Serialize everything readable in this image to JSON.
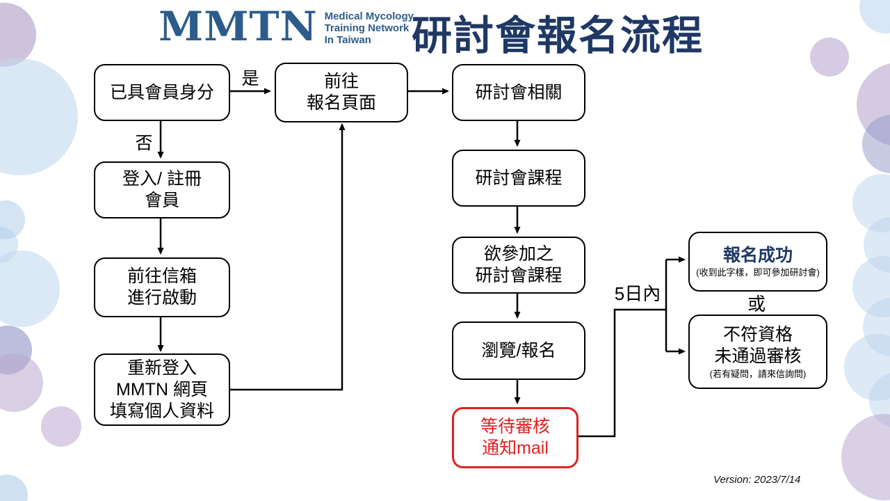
{
  "header": {
    "logo_acronym": "MMTN",
    "logo_subtitle_line1": "Medical Mycology",
    "logo_subtitle_line2": "Training Network",
    "logo_subtitle_line3": "In Taiwan",
    "title": "研討會報名流程"
  },
  "flowchart": {
    "nodes": {
      "member_status": "已具會員身分",
      "go_register_page": "前往\n報名頁面",
      "seminar_related": "研討會相關",
      "login_register": "登入/ 註冊\n會員",
      "seminar_courses": "研討會課程",
      "mailbox_activate": "前往信箱\n進行啟動",
      "desired_courses": "欲參加之\n研討會課程",
      "relogin_fill_profile": "重新登入\nMMTN 網頁\n填寫個人資料",
      "browse_register": "瀏覽/報名",
      "wait_review_mail": "等待審核\n通知mail",
      "register_success_title": "報名成功",
      "register_success_note": "(收到此字樣，即可參加研討會)",
      "not_qualified": "不符資格\n未通過審核",
      "not_qualified_note": "(若有疑問，請來信詢問)"
    },
    "labels": {
      "yes": "是",
      "no": "否",
      "within_5_days": "5日內",
      "or": "或"
    }
  },
  "footer": {
    "version": "Version: 2023/7/14"
  },
  "colors": {
    "title_navy": "#1F3864",
    "logo_blue": "#2D5C8C",
    "alert_red": "#E02020",
    "success_navy": "#1F3864"
  }
}
